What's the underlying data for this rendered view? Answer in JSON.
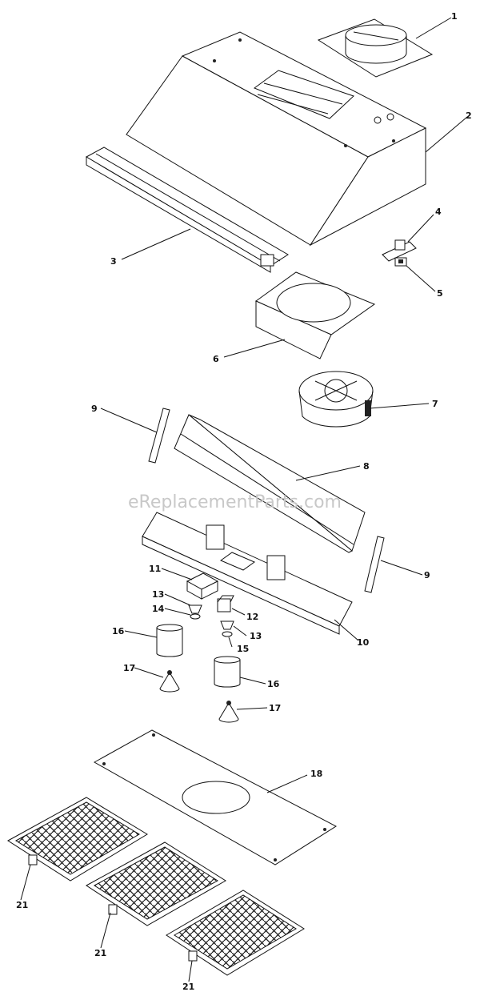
{
  "diagram": {
    "watermark": "eReplacementParts.com",
    "labels": [
      {
        "id": "lbl-1",
        "text": "1"
      },
      {
        "id": "lbl-2",
        "text": "2"
      },
      {
        "id": "lbl-3",
        "text": "3"
      },
      {
        "id": "lbl-4",
        "text": "4"
      },
      {
        "id": "lbl-5",
        "text": "5"
      },
      {
        "id": "lbl-6",
        "text": "6"
      },
      {
        "id": "lbl-7",
        "text": "7"
      },
      {
        "id": "lbl-8",
        "text": "8"
      },
      {
        "id": "lbl-9a",
        "text": "9"
      },
      {
        "id": "lbl-9b",
        "text": "9"
      },
      {
        "id": "lbl-10",
        "text": "10"
      },
      {
        "id": "lbl-11",
        "text": "11"
      },
      {
        "id": "lbl-12",
        "text": "12"
      },
      {
        "id": "lbl-13a",
        "text": "13"
      },
      {
        "id": "lbl-13b",
        "text": "13"
      },
      {
        "id": "lbl-14",
        "text": "14"
      },
      {
        "id": "lbl-15",
        "text": "15"
      },
      {
        "id": "lbl-16a",
        "text": "16"
      },
      {
        "id": "lbl-16b",
        "text": "16"
      },
      {
        "id": "lbl-17a",
        "text": "17"
      },
      {
        "id": "lbl-17b",
        "text": "17"
      },
      {
        "id": "lbl-18",
        "text": "18"
      },
      {
        "id": "lbl-21a",
        "text": "21"
      },
      {
        "id": "lbl-21b",
        "text": "21"
      },
      {
        "id": "lbl-21c",
        "text": "21"
      }
    ]
  }
}
